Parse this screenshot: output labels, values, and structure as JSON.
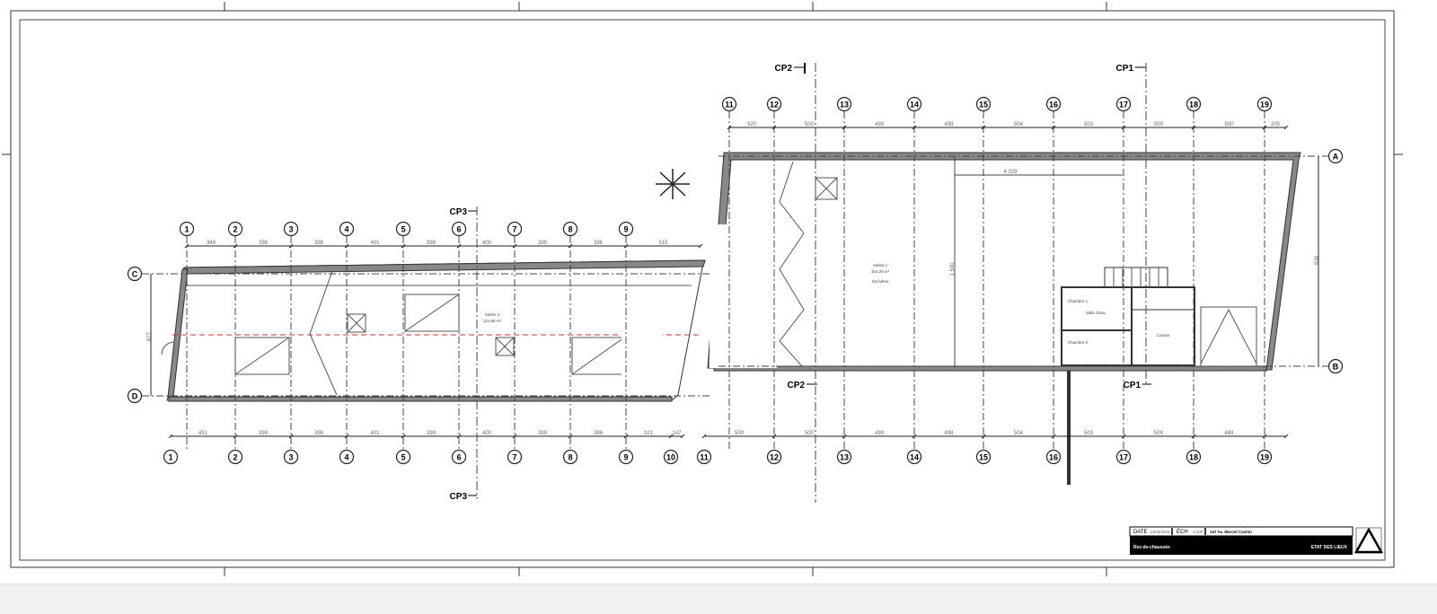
{
  "grid": {
    "left_columns": [
      "1",
      "2",
      "3",
      "4",
      "5",
      "6",
      "7",
      "8",
      "9"
    ],
    "left_bottom_columns": [
      "1",
      "2",
      "3",
      "4",
      "5",
      "6",
      "7",
      "8",
      "9",
      "10"
    ],
    "right_columns": [
      "11",
      "12",
      "13",
      "14",
      "15",
      "16",
      "17",
      "18",
      "19"
    ],
    "rows": {
      "C": "C",
      "D": "D",
      "A": "A",
      "B": "B"
    }
  },
  "dimensions": {
    "left_top": [
      "349",
      "399",
      "398",
      "401",
      "399",
      "400",
      "399",
      "396",
      "515"
    ],
    "left_bottom": [
      "451",
      "399",
      "398",
      "401",
      "399",
      "400",
      "399",
      "396",
      "321",
      "147"
    ],
    "right_top": [
      "320",
      "500",
      "499",
      "498",
      "504",
      "503",
      "500",
      "500",
      "205"
    ],
    "right_bottom": [
      "500",
      "500",
      "499",
      "498",
      "504",
      "503",
      "500",
      "469"
    ],
    "left_height": "877",
    "right_height": "1 500",
    "right_outer_height": "938",
    "right_inner_width": "4 029"
  },
  "sections": {
    "cp1": "CP1",
    "cp2": "CP2",
    "cp3": "CP3"
  },
  "rooms": {
    "atelier2_name": "Atelier 2",
    "atelier2_area": "121,86 m²",
    "atelier1_name": "Atelier 1",
    "atelier1_area": "164,29 m²",
    "atelier1_floor": "Sol béton",
    "chambre1": "Chambre 1",
    "chambre2": "Chambre 2",
    "sdeau": "Salle d'eau",
    "cuisine": "Cuisine"
  },
  "title_block": {
    "date_label": "DATE",
    "date_value": "14/03/2024",
    "scale_label": "ÉCH",
    "scale_value": "1:100",
    "address": "147 Av. Marcel Cachin",
    "level": "Rez-de-chaussée",
    "doc_type": "ETAT DES LIEUX"
  }
}
